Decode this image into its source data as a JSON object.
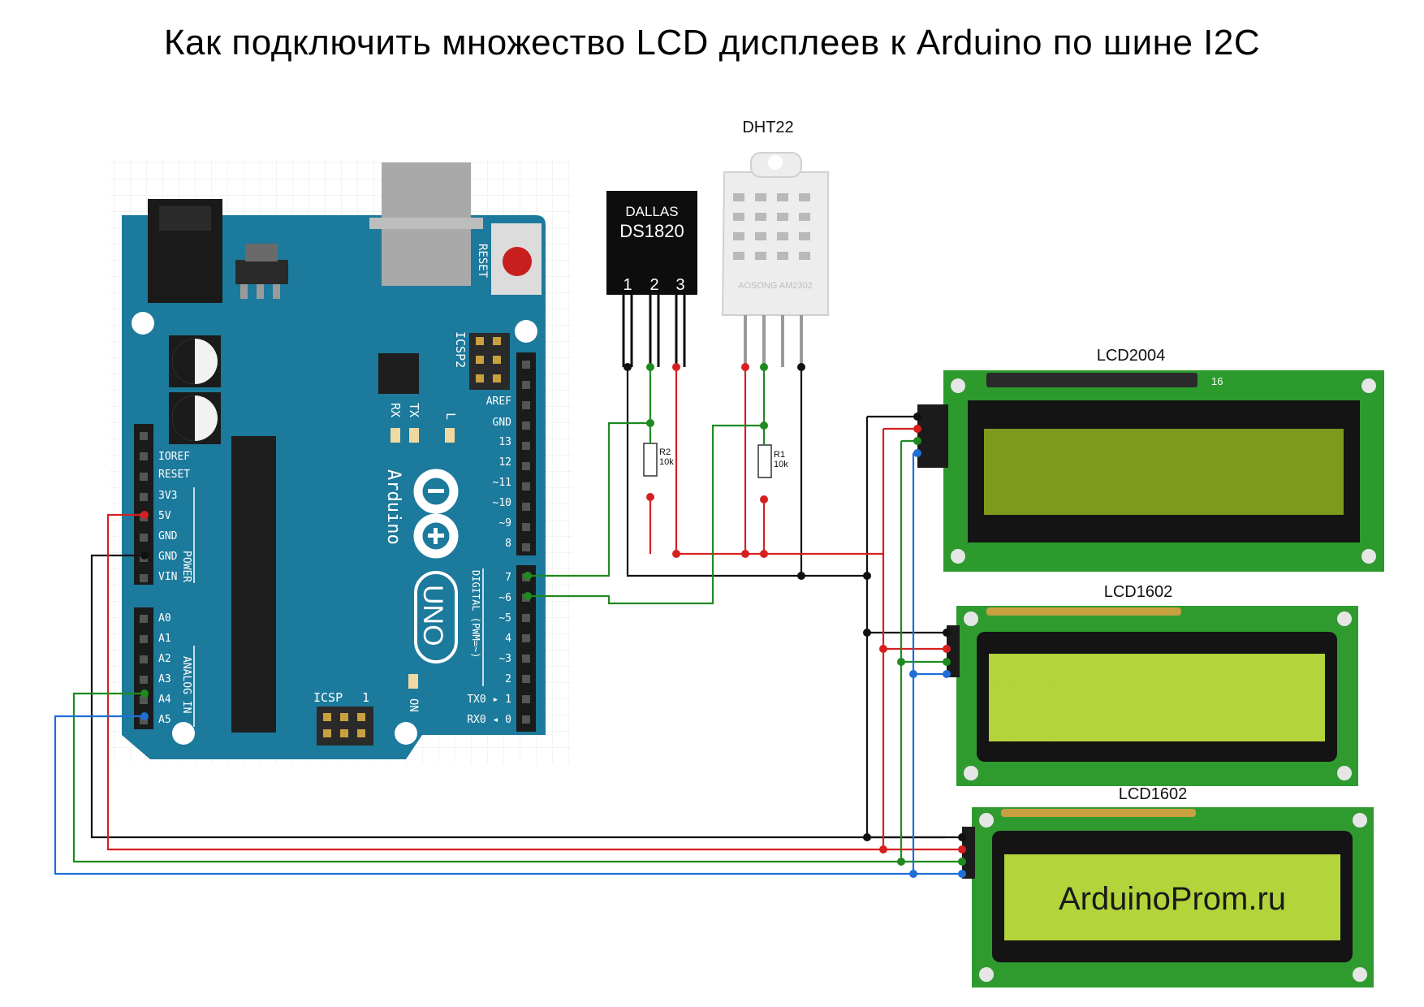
{
  "title": "Как подключить множество LCD дисплеев к Arduino по шине I2C",
  "components": {
    "ds1820": {
      "brand": "DALLAS",
      "model": "DS1820",
      "pins": [
        "1",
        "2",
        "3"
      ]
    },
    "dht22": {
      "label": "DHT22",
      "marking": "AOSONG AM2302"
    },
    "r2": {
      "name": "R2",
      "value": "10k"
    },
    "r1": {
      "name": "R1",
      "value": "10k"
    },
    "lcd2004": {
      "label": "LCD2004",
      "pin_mark": "16"
    },
    "lcd1602_a": {
      "label": "LCD1602"
    },
    "lcd1602_b": {
      "label": "LCD1602",
      "screen_text": "ArduinoProm.ru"
    }
  },
  "arduino": {
    "logo_text": "Arduino",
    "model_text": "UNO",
    "reset_label": "RESET",
    "icsp2_label": "ICSP2",
    "icsp_label": "ICSP",
    "icsp_pin1": "1",
    "tx_label": "TX",
    "rx_label": "RX",
    "l_label": "L",
    "on_label": "ON",
    "power_label": "POWER",
    "analog_label": "ANALOG IN",
    "digital_label": "DIGITAL (PWM=~)",
    "power_pins": [
      "IOREF",
      "RESET",
      "3V3",
      "5V",
      "GND",
      "GND",
      "VIN"
    ],
    "analog_pins": [
      "A0",
      "A1",
      "A2",
      "A3",
      "A4",
      "A5"
    ],
    "digital_top_pins": [
      "AREF",
      "GND",
      "13",
      "12",
      "~11",
      "~10",
      "~9",
      "8"
    ],
    "digital_bottom_pins": [
      "7",
      "~6",
      "~5",
      "4",
      "~3",
      "2",
      "TX0 ▸ 1",
      "RX0 ◂ 0"
    ]
  },
  "wire_colors": {
    "power": "#d62020",
    "ground": "#111111",
    "data": "#1f8a1f",
    "clock": "#1f6fd6"
  }
}
